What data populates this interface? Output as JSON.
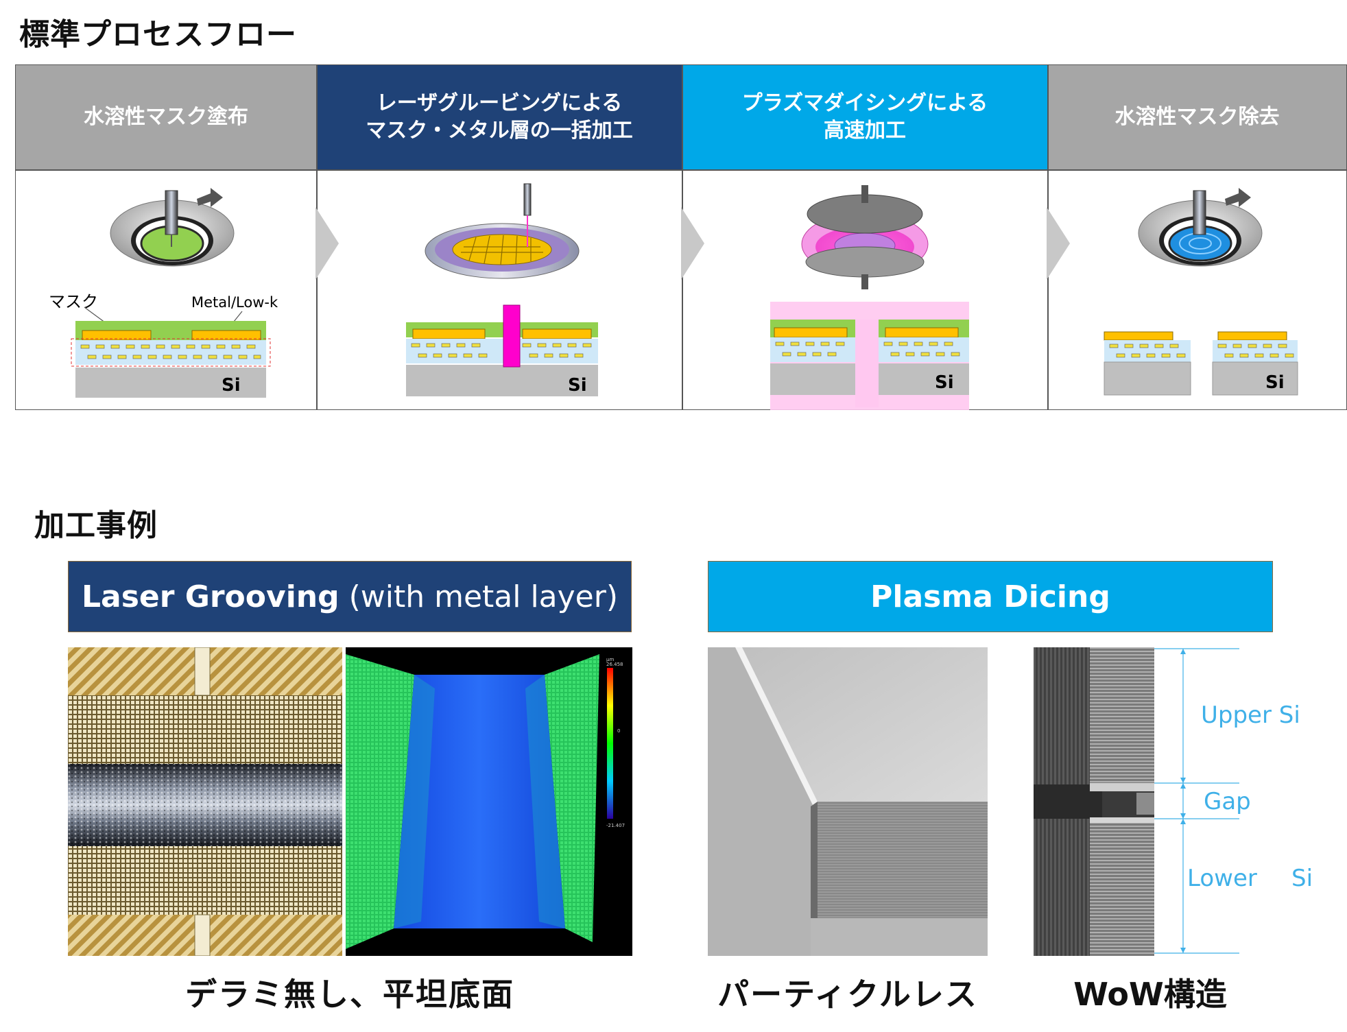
{
  "sections": {
    "process_title": "標準プロセスフロー",
    "examples_title": "加工事例"
  },
  "steps": [
    {
      "label": "水溶性マスク塗布",
      "color": "#a6a6a6"
    },
    {
      "label": "レーザグルービングによる\nマスク・メタル層の一括加工",
      "color": "#1f4277"
    },
    {
      "label": "プラズマダイシングによる\n高速加工",
      "color": "#00a8e8"
    },
    {
      "label": "水溶性マスク除去",
      "color": "#a6a6a6"
    }
  ],
  "diagram_labels": {
    "mask": "マスク",
    "metal_lowk": "Metal/Low-k",
    "si": "Si"
  },
  "colors": {
    "mask_green": "#92d050",
    "metal_yellow": "#ffc000",
    "lowk_blue": "#cfe8f8",
    "si_gray": "#bfbfbf",
    "laser_magenta": "#ff00cc",
    "plasma_pink": "#ffc8f0",
    "dark_banner": "#1f4277",
    "light_banner": "#00a8e8"
  },
  "examples": {
    "laser": {
      "title_bold": "Laser Grooving",
      "title_rest": " (with metal layer)"
    },
    "plasma": {
      "title": "Plasma Dicing"
    },
    "colorbar": {
      "unit": "μm",
      "max": "26.458",
      "mid": "0",
      "min": "-21.407"
    },
    "wow_labels": {
      "upper": "Upper Si",
      "gap": "Gap",
      "lower": "Lower",
      "lower_si": "Si"
    },
    "captions": {
      "laser": "デラミ無し、平坦底面",
      "particle": "パーティクルレス",
      "wow": "WoW構造"
    }
  }
}
